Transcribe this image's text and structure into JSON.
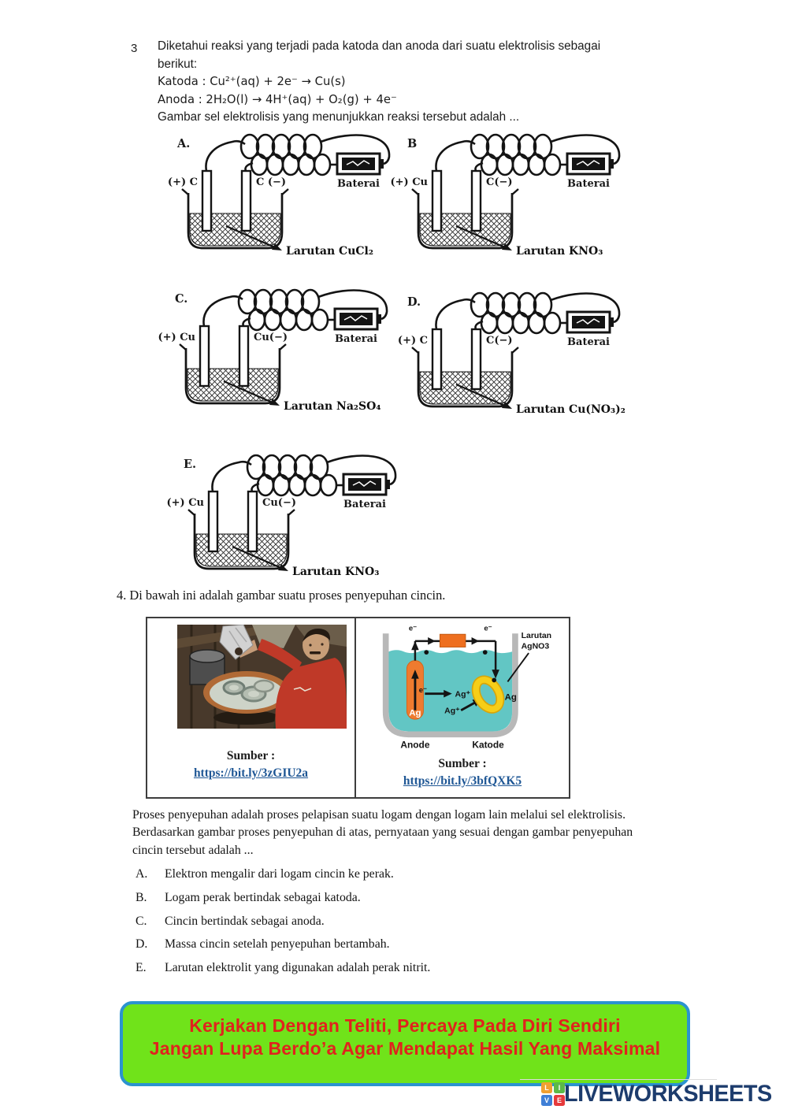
{
  "question3": {
    "number": "3",
    "line1": "Diketahui  reaksi yang terjadi pada katoda dan anoda dari suatu elektrolisis sebagai",
    "line2": "berikut:",
    "katoda": "Katoda : Cu²⁺(aq) + 2e⁻ → Cu(s)",
    "anoda": "Anoda  : 2H₂O(l) → 4H⁺(aq) + O₂(g) + 4e⁻",
    "prompt": "Gambar sel elektrolisis yang menunjukkan reaksi tersebut adalah ..."
  },
  "diagrams": [
    {
      "letter": "A.",
      "anode": "(+) C",
      "cathode": "C (−)",
      "battery": "Baterai",
      "solution": "Larutan CuCl₂"
    },
    {
      "letter": "B",
      "anode": "(+) Cu",
      "cathode": "C(−)",
      "battery": "Baterai",
      "solution": "Larutan KNO₃"
    },
    {
      "letter": "C.",
      "anode": "(+) Cu",
      "cathode": "Cu(−)",
      "battery": "Baterai",
      "solution": "Larutan Na₂SO₄"
    },
    {
      "letter": "D.",
      "anode": "(+) C",
      "cathode": "C(−)",
      "battery": "Baterai",
      "solution": "Larutan Cu(NO₃)₂"
    },
    {
      "letter": "E.",
      "anode": "(+) Cu",
      "cathode": "Cu(−)",
      "battery": "Baterai",
      "solution": "Larutan KNO₃"
    }
  ],
  "question4": {
    "heading": "4. Di bawah ini adalah gambar suatu proses penyepuhan cincin.",
    "left_source_label": "Sumber :",
    "left_source_link": "https://bit.ly/3zGIU2a",
    "right_source_label": "Sumber :",
    "right_source_link": "https://bit.ly/3bfQXK5",
    "plating": {
      "electron_left": "e⁻",
      "electron_right": "e⁻",
      "anode_metal": "Ag",
      "ion_right": "Ag⁺",
      "ion_to_ring": "Ag⁺",
      "ring_metal": "Ag",
      "solution_line1": "Larutan",
      "solution_line2": "AgNO3",
      "anode_label": "Anode",
      "cathode_label": "Katode"
    },
    "paragraph_lines": [
      "Proses penyepuhan adalah proses pelapisan suatu logam dengan logam lain melalui sel elektrolisis.",
      "Berdasarkan gambar proses penyepuhan di atas, pernyataan yang sesuai dengan gambar penyepuhan",
      "cincin tersebut adalah ..."
    ],
    "options": [
      {
        "letter": "A.",
        "text": "Elektron mengalir dari logam cincin ke perak."
      },
      {
        "letter": "B.",
        "text": "Logam perak bertindak sebagai katoda."
      },
      {
        "letter": "C.",
        "text": "Cincin bertindak sebagai anoda."
      },
      {
        "letter": "D.",
        "text": "Massa cincin setelah penyepuhan bertambah."
      },
      {
        "letter": "E.",
        "text": "Larutan elektrolit yang digunakan adalah perak nitrit."
      }
    ]
  },
  "banner": {
    "line1": "Kerjakan Dengan Teliti, Percaya Pada Diri Sendiri",
    "line2": "Jangan Lupa Berdo’a Agar Mendapat Hasil Yang Maksimal",
    "background_color": "#70e31a",
    "border_color": "#2b93cf",
    "text_color": "#e0231d"
  },
  "footer_logo": {
    "text": "LIVEWORKSHEETS",
    "text_color": "#1d3c6d",
    "blocks": [
      {
        "letter": "L",
        "color": "#f0a030"
      },
      {
        "letter": "I",
        "color": "#5cb947"
      },
      {
        "letter": "V",
        "color": "#3f7fd6"
      },
      {
        "letter": "E",
        "color": "#e63a3c"
      }
    ]
  }
}
